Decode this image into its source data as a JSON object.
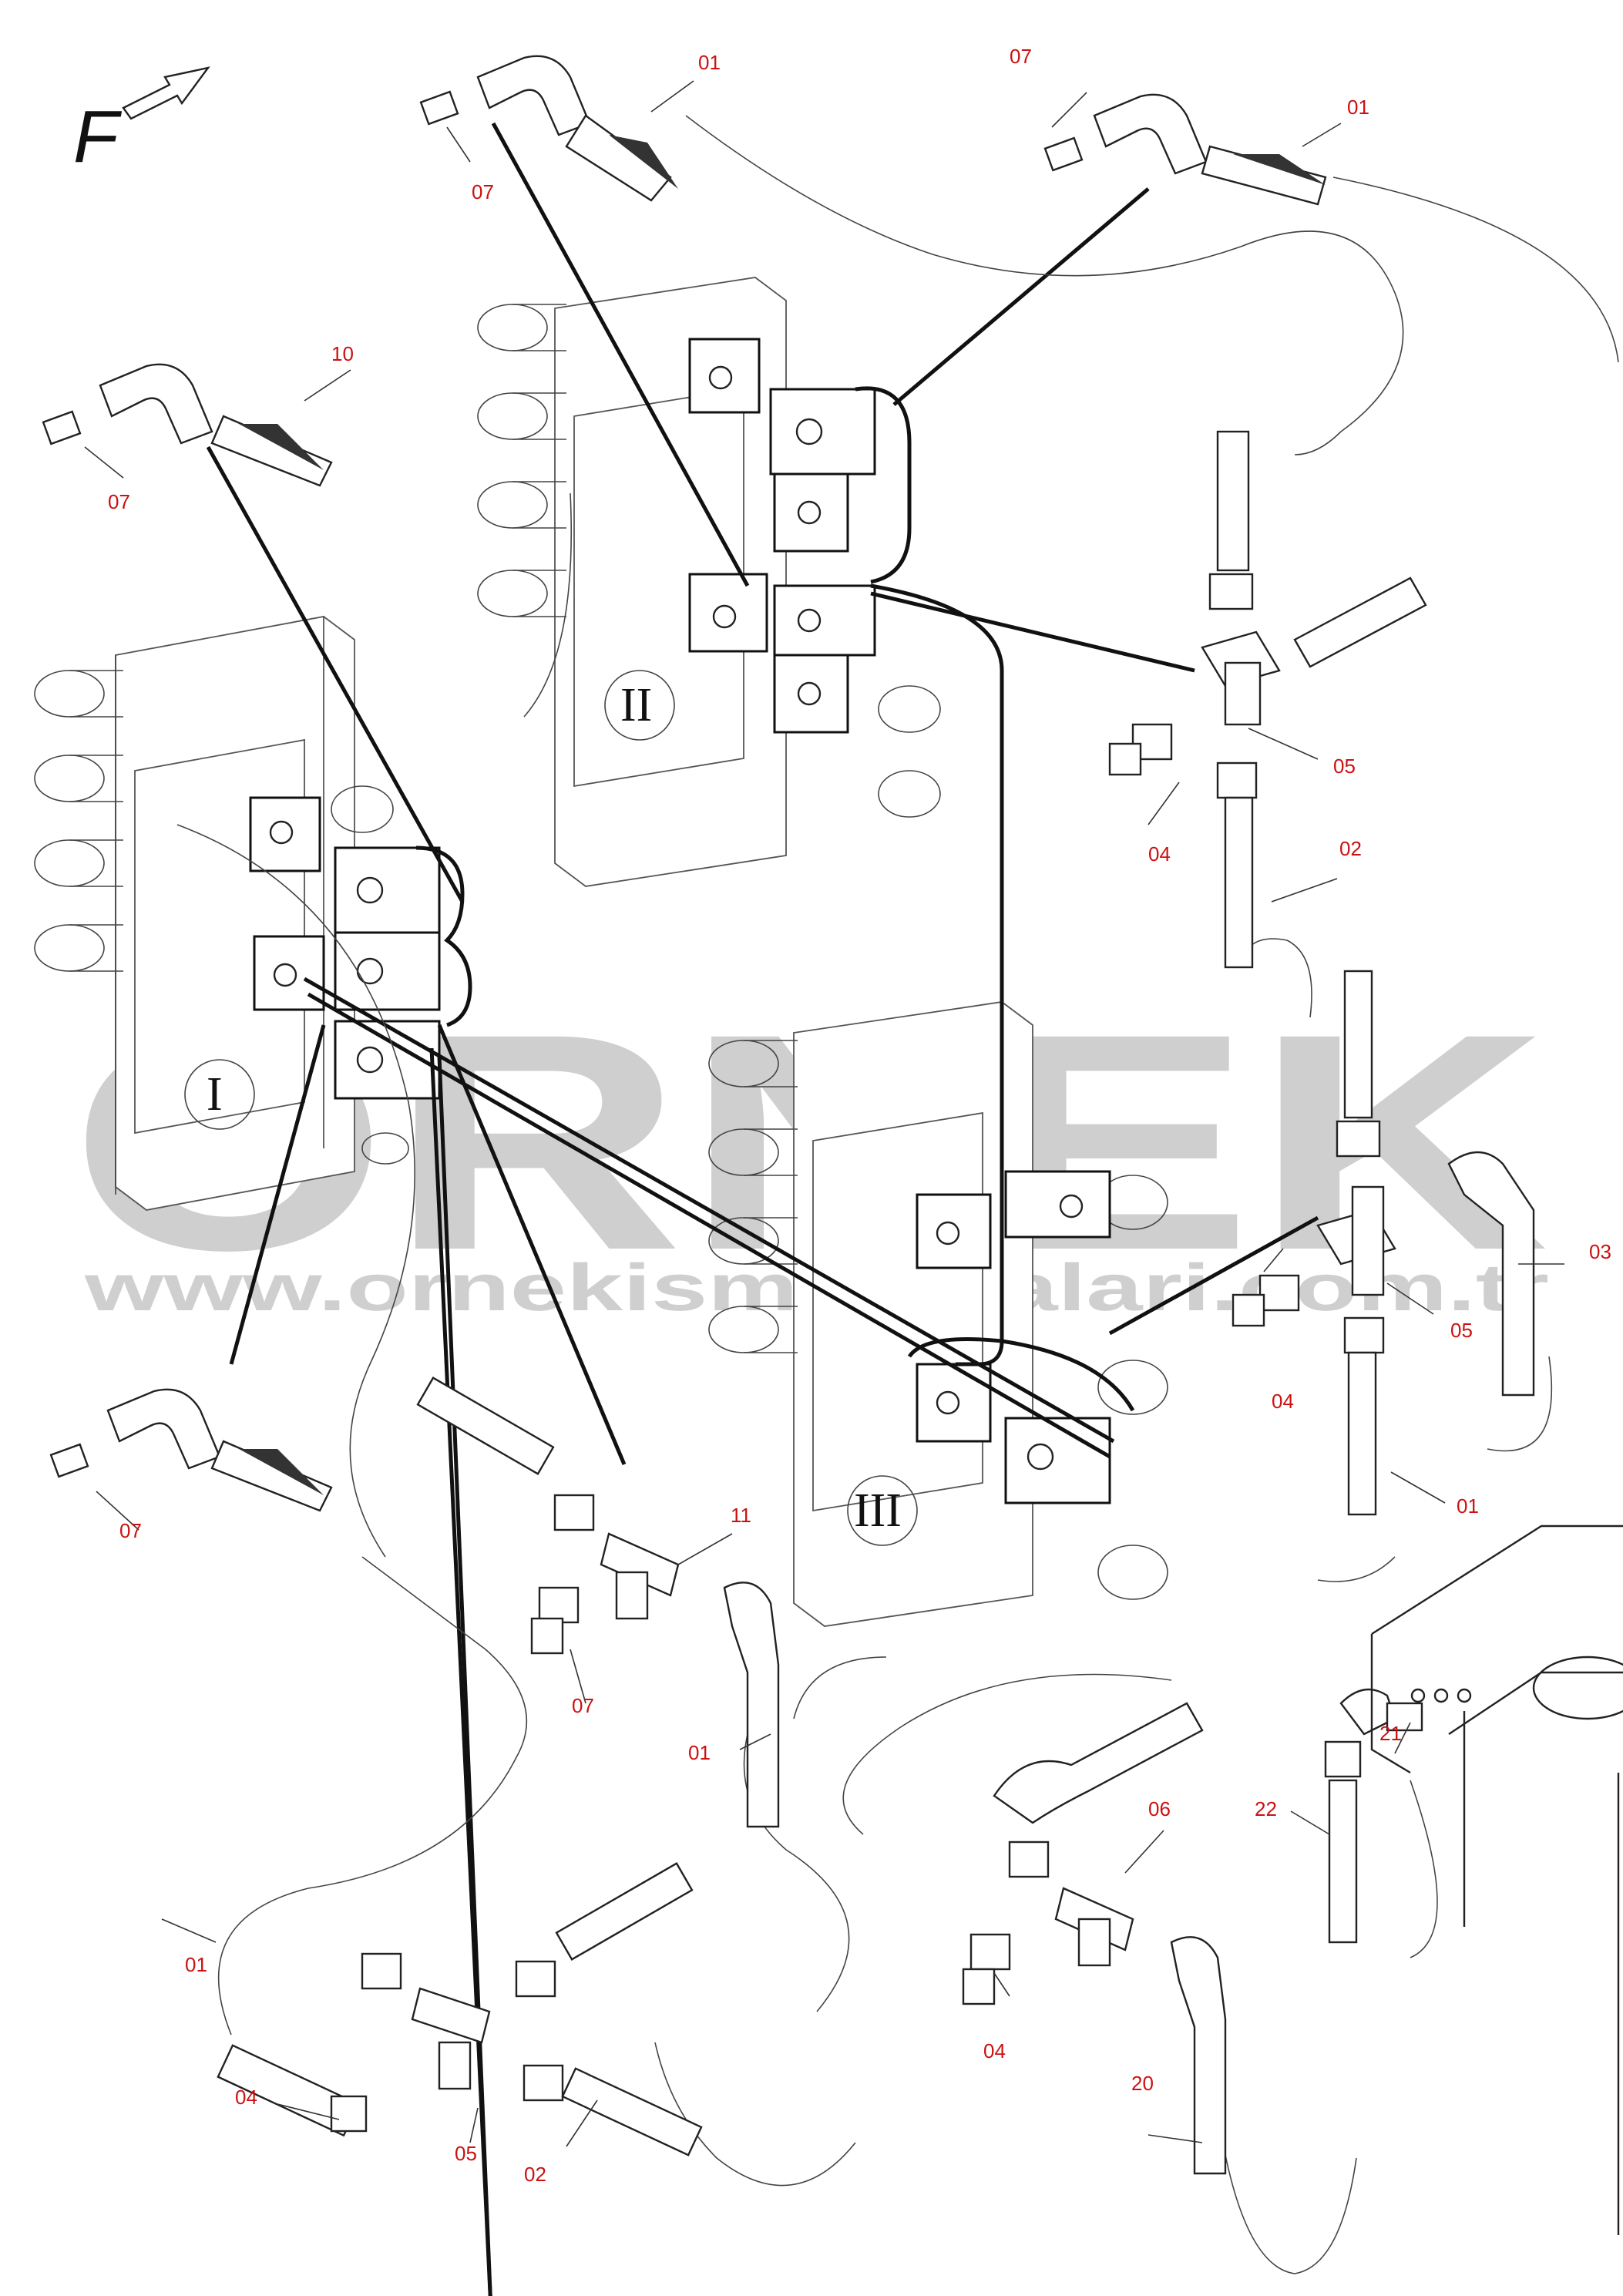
{
  "view": {
    "letter": "F",
    "watermark": {
      "brand": "ÖRNEK",
      "url": "www.ornekismakinalari.com.tr",
      "accent_color": "#f2c744"
    }
  },
  "valve_groups": [
    "I",
    "II",
    "III"
  ],
  "part_labels": [
    {
      "id": "01"
    },
    {
      "id": "07"
    },
    {
      "id": "07"
    },
    {
      "id": "01"
    },
    {
      "id": "10"
    },
    {
      "id": "07"
    },
    {
      "id": "05"
    },
    {
      "id": "04"
    },
    {
      "id": "02"
    },
    {
      "id": "03"
    },
    {
      "id": "05"
    },
    {
      "id": "04"
    },
    {
      "id": "01"
    },
    {
      "id": "07"
    },
    {
      "id": "11"
    },
    {
      "id": "07"
    },
    {
      "id": "01"
    },
    {
      "id": "06"
    },
    {
      "id": "22"
    },
    {
      "id": "21"
    },
    {
      "id": "01"
    },
    {
      "id": "04"
    },
    {
      "id": "05"
    },
    {
      "id": "02"
    },
    {
      "id": "04"
    },
    {
      "id": "20"
    }
  ],
  "colors": {
    "label": "#cc1111",
    "line": "#222222",
    "watermark": "#cfcfcf"
  }
}
